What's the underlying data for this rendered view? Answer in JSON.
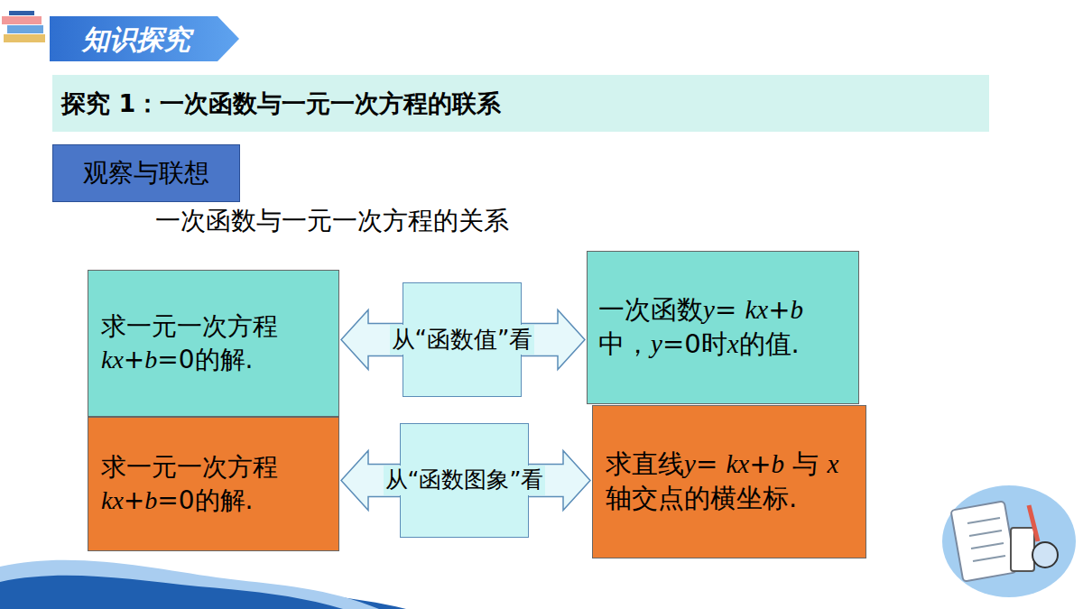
{
  "diagram": {
    "title": "一次函数与一元一次方程的关系",
    "nodes": [
      {
        "text": [
          "知识探究"
        ]
      },
      {
        "text": [
          "探究 1：一次函数与一元一次方程的联系"
        ]
      },
      {
        "text": [
          "观察与联想"
        ]
      },
      {
        "text": [
          "求一元一次方程 kx+b=0的解."
        ]
      },
      {
        "text": [
          "从“函数值”看"
        ]
      },
      {
        "text": [
          "一次函数y= kx+b 中，y=0时x的值."
        ]
      },
      {
        "text": [
          "求一元一次方程 kx+b=0的解."
        ]
      },
      {
        "text": [
          "从“函数图象”看"
        ]
      },
      {
        "text": [
          "求直线y= kx+b 与 x 轴交点的横坐标."
        ]
      }
    ],
    "edges": [
      {
        "from": 4,
        "to": 3,
        "arrow": "to"
      },
      {
        "from": 4,
        "to": 5,
        "arrow": "to"
      },
      {
        "from": 7,
        "to": 6,
        "arrow": "to"
      },
      {
        "from": 7,
        "to": 8,
        "arrow": "to"
      }
    ]
  }
}
